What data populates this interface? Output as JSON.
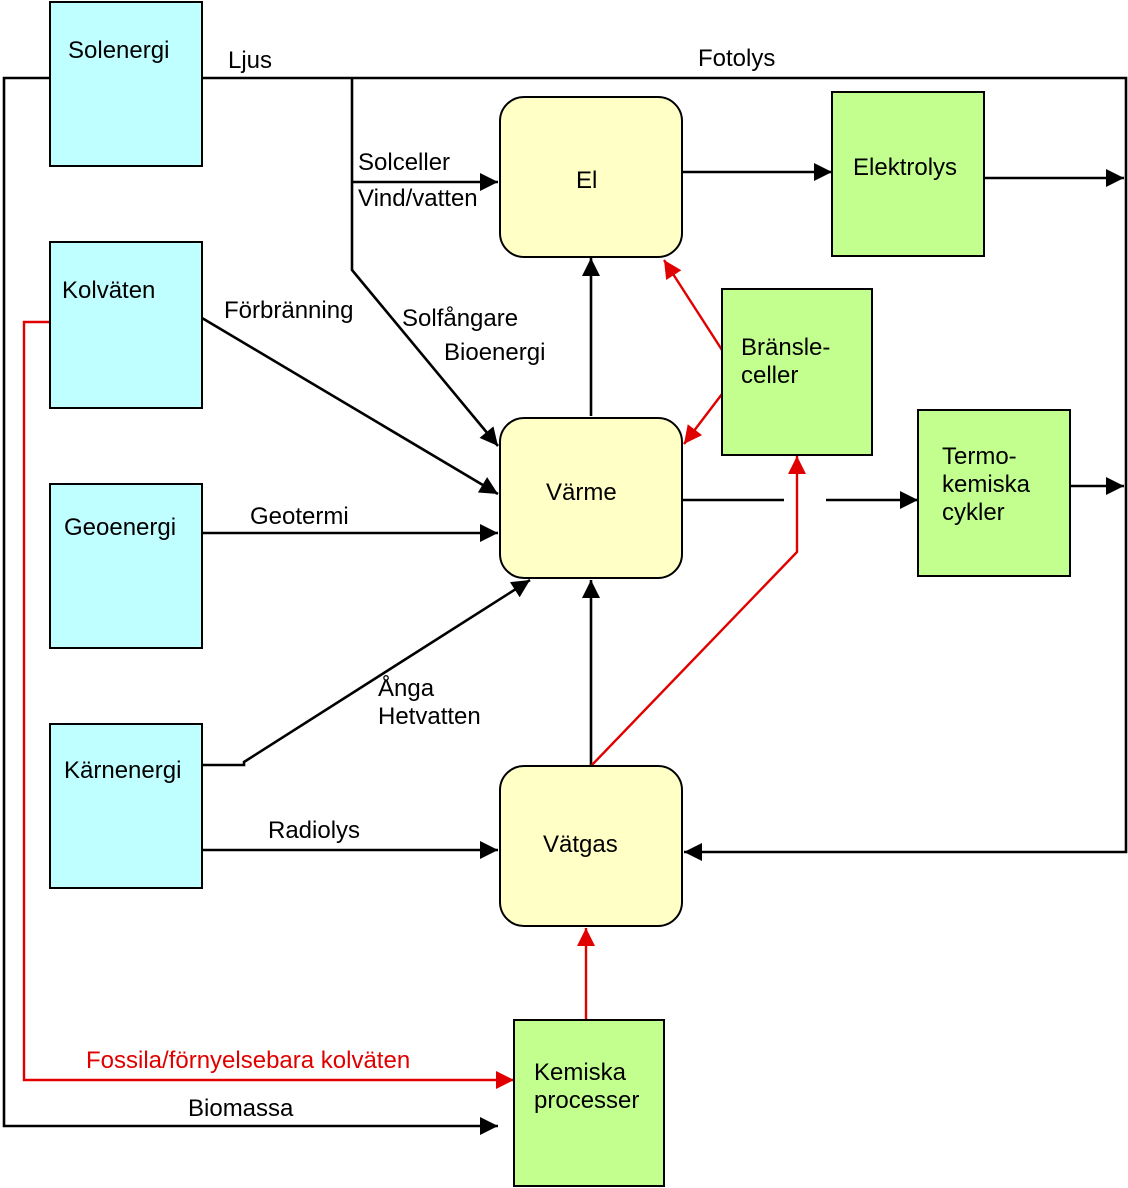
{
  "colors": {
    "source_fill": "#bfffff",
    "carrier_fill": "#ffffc6",
    "process_fill": "#c2ff8f",
    "line": "#000000",
    "red_line": "#e00000"
  },
  "sources": {
    "solenergi": "Solenergi",
    "kolvaten": "Kolväten",
    "geoenergi": "Geoenergi",
    "karnenergi": "Kärnenergi"
  },
  "carriers": {
    "el": "El",
    "varme": "Värme",
    "vatgas": "Vätgas"
  },
  "processes": {
    "elektrolys": "Elektrolys",
    "bransleceller_1": "Bränsle-",
    "bransleceller_2": "celler",
    "termokemiska_1": "Termo-",
    "termokemiska_2": "kemiska",
    "termokemiska_3": "cykler",
    "kemiska_1": "Kemiska",
    "kemiska_2": "processer"
  },
  "labels": {
    "ljus": "Ljus",
    "fotolys": "Fotolys",
    "solceller": "Solceller",
    "vind_vatten": "Vind/vatten",
    "forbranning": "Förbränning",
    "solfangare": "Solfångare",
    "bioenergi": "Bioenergi",
    "geotermi": "Geotermi",
    "anga": "Ånga",
    "hetvatten": "Hetvatten",
    "radiolys": "Radiolys",
    "fossila": "Fossila/förnyelsebara kolväten",
    "biomassa": "Biomassa"
  }
}
